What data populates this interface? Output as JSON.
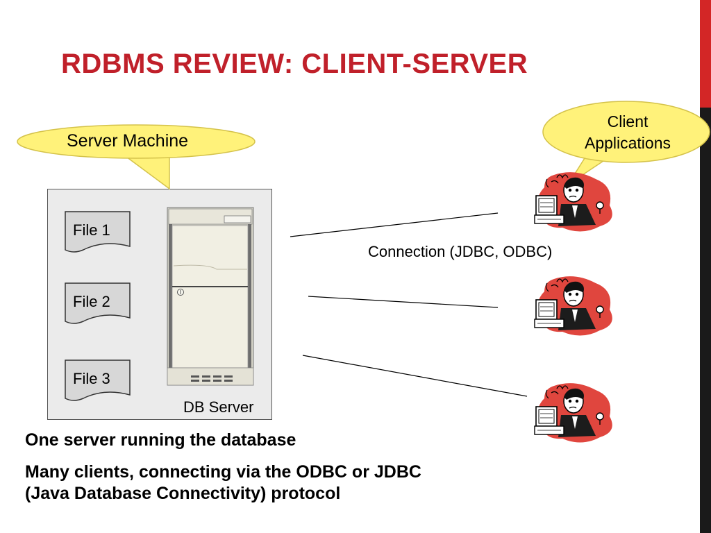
{
  "slide": {
    "title": "RDBMS REVIEW: CLIENT-SERVER",
    "accent_color": "#c0202a",
    "side_bar_colors": [
      "#d32626",
      "#1a1a1a"
    ]
  },
  "diagram": {
    "server_callout": "Server Machine",
    "client_callout_line1": "Client",
    "client_callout_line2": "Applications",
    "callout_fill": "#fff27a",
    "files": [
      "File 1",
      "File 2",
      "File 3"
    ],
    "db_server_label": "DB Server",
    "connection_label": "Connection (JDBC, ODBC)",
    "client_icon": "user-at-computer-icon",
    "server_icon": "server-tower-icon"
  },
  "bullets": {
    "line1": "One server running the database",
    "line2a": "Many clients, connecting via the ODBC or JDBC",
    "line2b": "(Java Database Connectivity) protocol"
  }
}
